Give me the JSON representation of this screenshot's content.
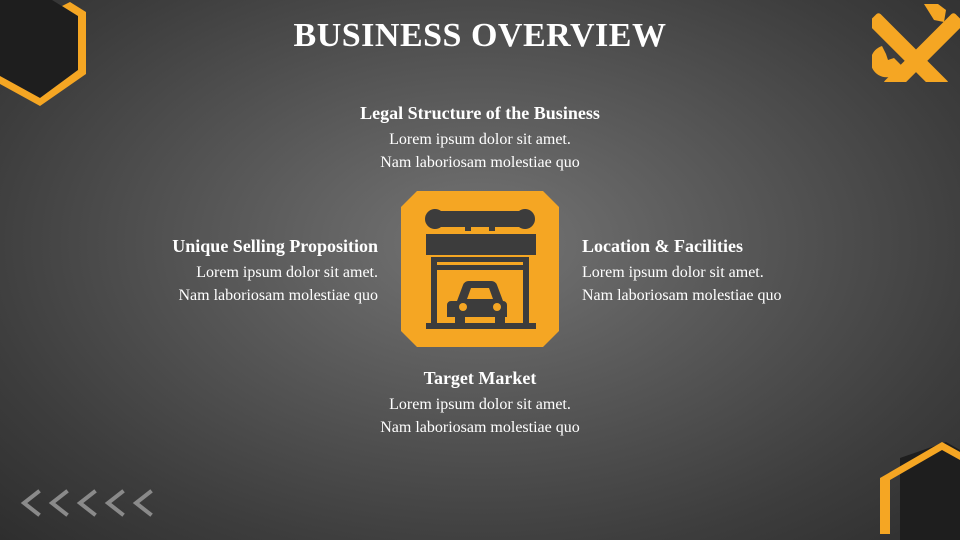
{
  "title": "BUSINESS OVERVIEW",
  "sections": {
    "top": {
      "heading": "Legal Structure of the Business",
      "line1": "Lorem ipsum dolor sit amet.",
      "line2": "Nam laboriosam molestiae quo"
    },
    "left": {
      "heading": "Unique Selling Proposition",
      "line1": "Lorem ipsum dolor sit amet.",
      "line2": "Nam laboriosam molestiae quo"
    },
    "right": {
      "heading": "Location & Facilities",
      "line1": "Lorem ipsum dolor sit amet.",
      "line2": "Nam laboriosam molestiae quo"
    },
    "bottom": {
      "heading": "Target Market",
      "line1": "Lorem ipsum dolor sit amet.",
      "line2": "Nam laboriosam molestiae quo"
    }
  },
  "icons": {
    "center": "car-garage-icon",
    "top_right": "crossed-wrenches-icon",
    "bottom_left": "chevron-left-icon"
  },
  "colors": {
    "accent": "#f5a623",
    "text": "#ffffff",
    "icon_dark": "#3c3c3c",
    "chevron": "#8a8a8a"
  }
}
